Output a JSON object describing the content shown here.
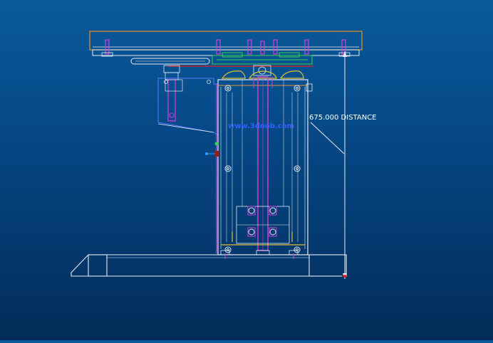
{
  "dimension": {
    "value": "675.000",
    "label": "DISTANCE"
  },
  "watermark": "www.3doob.com",
  "colors": {
    "background_top": "#0a5a9a",
    "background_bottom": "#022c58",
    "edge_white": "#e8ecf4",
    "edge_orange": "#e8902a",
    "edge_magenta": "#d040e0",
    "edge_green": "#36d24a",
    "edge_yellow": "#e0c030",
    "edge_blue": "#5a78ff",
    "edge_red": "#e02020",
    "watermark": "#3a5cff"
  }
}
